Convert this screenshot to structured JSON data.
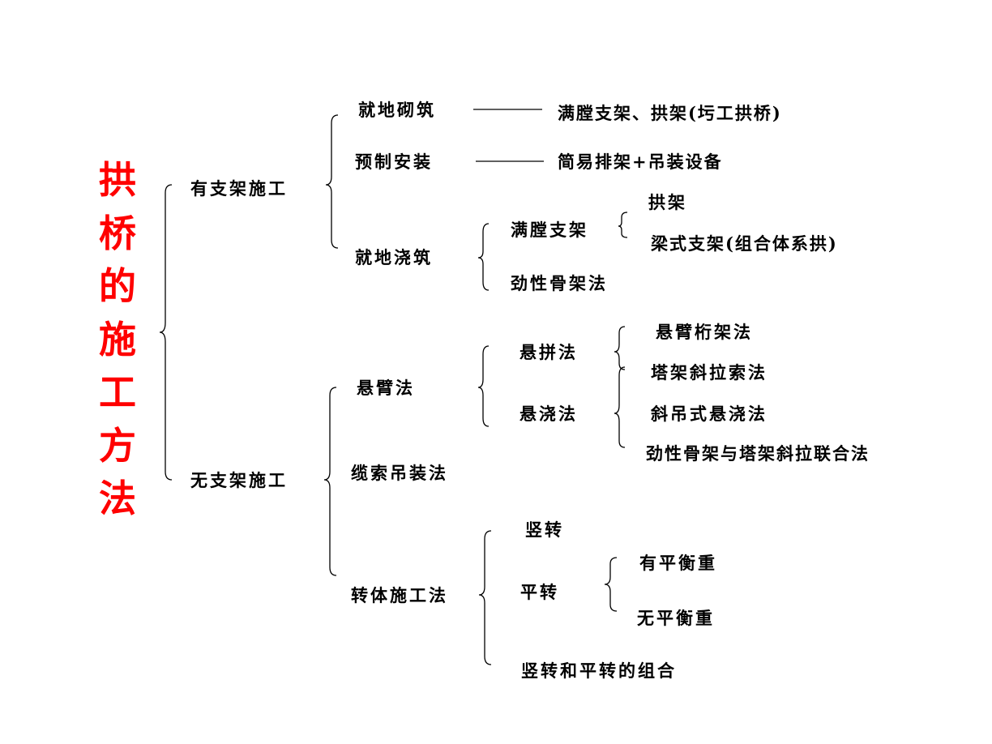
{
  "colors": {
    "title": "#ff0000",
    "text": "#000000",
    "background": "#ffffff"
  },
  "title": {
    "chars": [
      "拱",
      "桥",
      "的",
      "施",
      "工",
      "方",
      "法"
    ]
  },
  "level1": {
    "with_support": "有支架施工",
    "without_support": "无支架施工"
  },
  "with_support": {
    "masonry": "就地砌筑",
    "masonry_detail": "满膛支架、拱架(圬工拱桥)",
    "precast": "预制安装",
    "precast_detail": "简易排架+吊装设备",
    "cast_in_place": "就地浇筑",
    "full_support": "满膛支架",
    "arch_frame": "拱架",
    "beam_support": "梁式支架(组合体系拱)",
    "stiff_skeleton": "劲性骨架法"
  },
  "without_support": {
    "cantilever": "悬臂法",
    "cantilever_assembly": "悬拼法",
    "cantilever_casting": "悬浇法",
    "truss_method": "悬臂桁架法",
    "tower_stay": "塔架斜拉索法",
    "oblique_hanging": "斜吊式悬浇法",
    "combined": "劲性骨架与塔架斜拉联合法",
    "cable_hoisting": "缆索吊装法",
    "rotation": "转体施工法",
    "vertical_rotation": "竖转",
    "horizontal_rotation": "平转",
    "with_counterweight": "有平衡重",
    "without_counterweight": "无平衡重",
    "combination": "竖转和平转的组合"
  }
}
